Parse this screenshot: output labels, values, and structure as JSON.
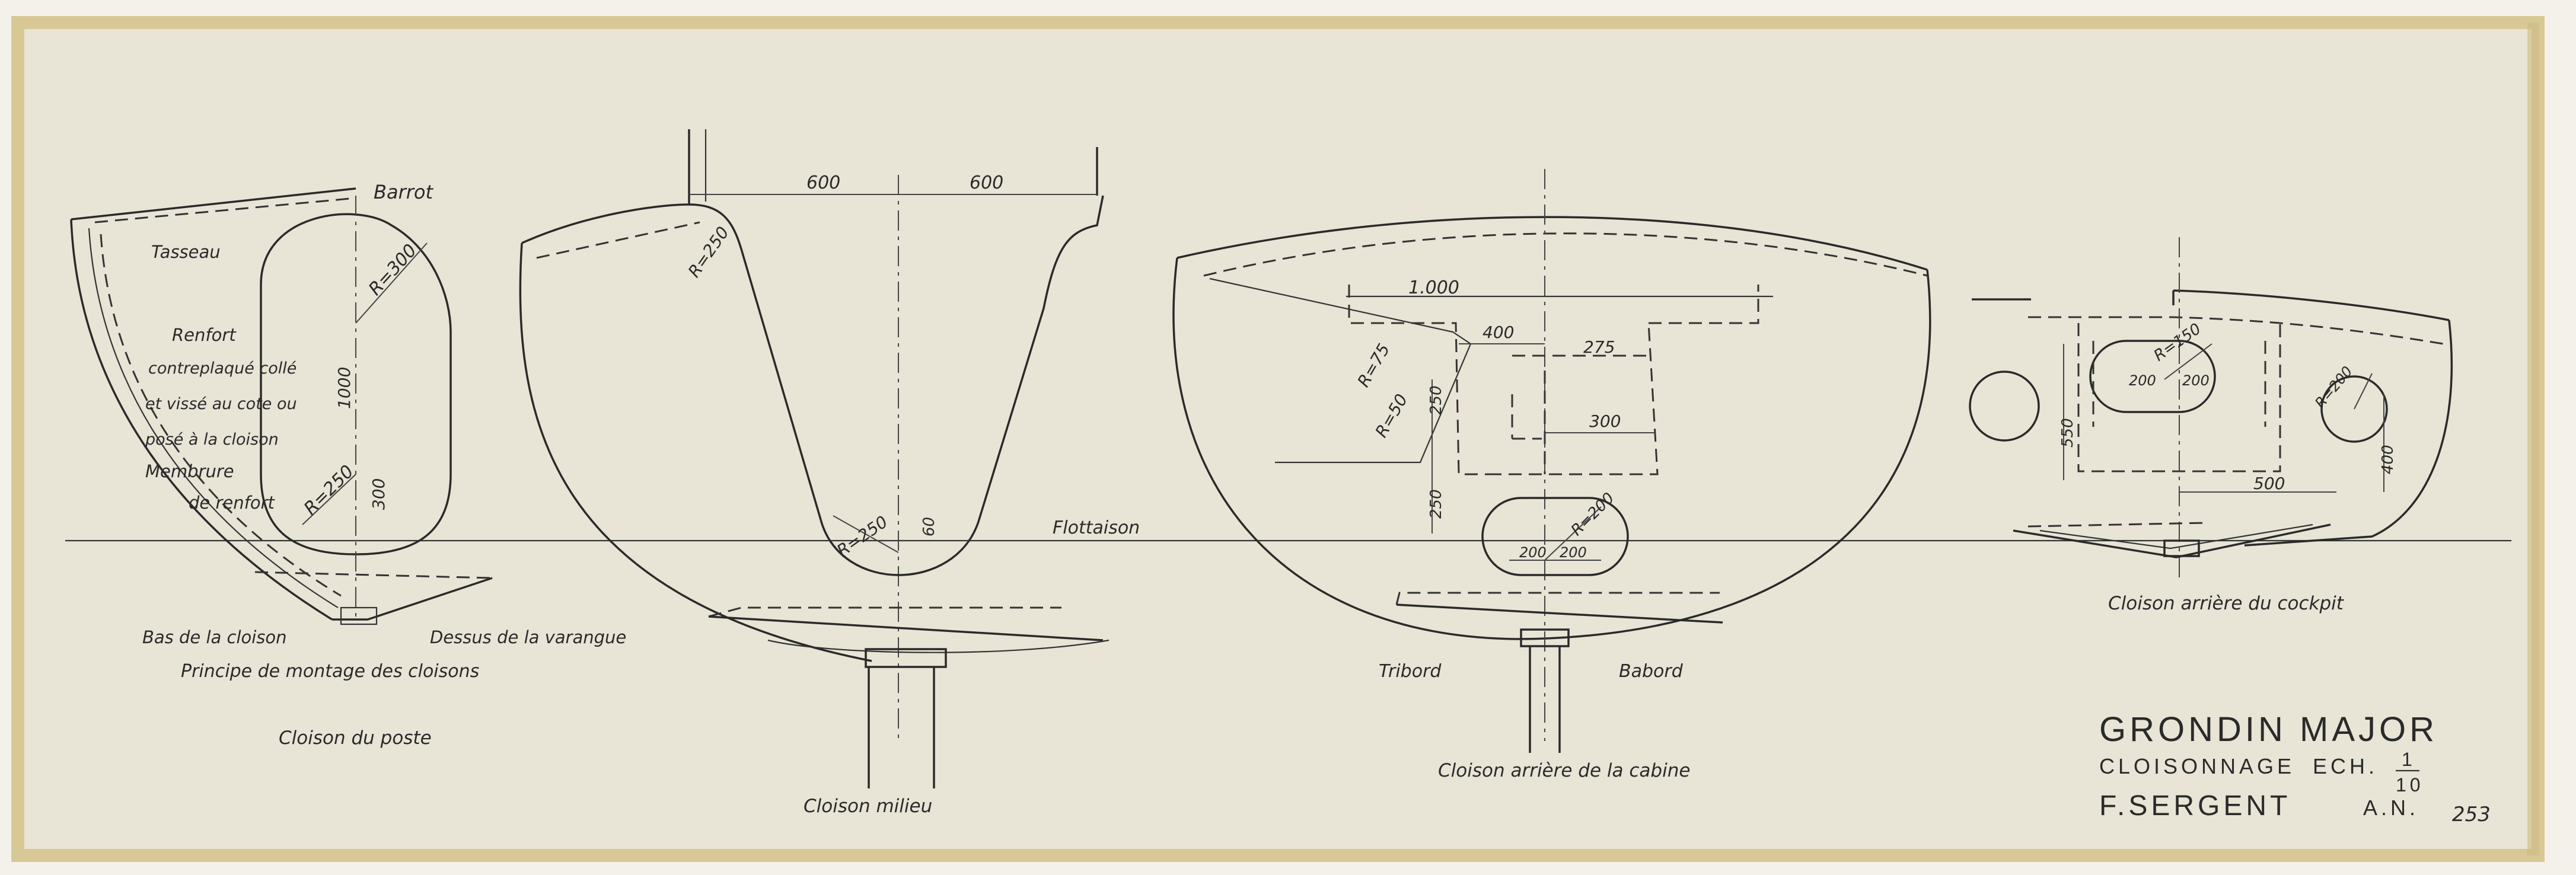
{
  "title_block": {
    "project": "GRONDIN MAJOR",
    "subject": "CLOISONNAGE",
    "scale_prefix": "ECH.",
    "scale_num": "1",
    "scale_den": "10",
    "designer": "F.SERGENT",
    "initials": "A.N.",
    "sheet_no": "253"
  },
  "views": {
    "poste": {
      "caption": "Cloison du poste",
      "subcaption": "Principe de montage des cloisons",
      "labels": {
        "barrot": "Barrot",
        "tasseau": "Tasseau",
        "renfort": "Renfort",
        "note1": "contreplaqué collé",
        "note2": "et vissé au cote ou",
        "note3": "posé à la cloison",
        "membrure": "Membrure",
        "derenfort": "de renfort",
        "bas": "Bas de la cloison",
        "dessus": "Dessus de la varangue"
      },
      "dims": {
        "r1": "R=300",
        "r2": "R=250",
        "h1": "1000",
        "h2": "300"
      }
    },
    "milieu": {
      "caption": "Cloison milieu",
      "flottaison": "Flottaison",
      "dims": {
        "w1": "600",
        "w2": "600",
        "r1": "R=250",
        "r2": "R=250",
        "h": "60"
      }
    },
    "cabine": {
      "caption": "Cloison arrière de la cabine",
      "tribord": "Tribord",
      "babord": "Babord",
      "dims": {
        "w1000": "1.000",
        "w400": "400",
        "w275": "275",
        "w300": "300",
        "r75": "R=75",
        "r50": "R=50",
        "h250a": "250",
        "h250b": "250",
        "r200": "R=200",
        "a200": "200",
        "b200": "200"
      }
    },
    "cockpit": {
      "caption": "Cloison arrière du cockpit",
      "dims": {
        "r150": "R=150",
        "a200": "200",
        "b200": "200",
        "r200": "R=200",
        "h550": "550",
        "w500": "500",
        "h400": "400"
      }
    }
  }
}
